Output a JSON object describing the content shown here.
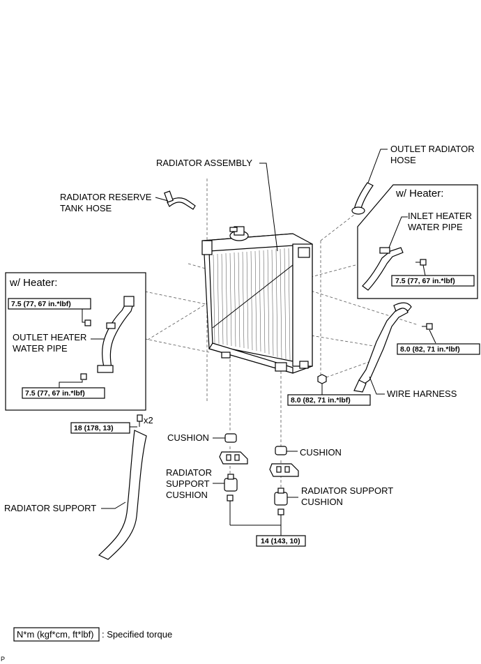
{
  "labels": {
    "radiator_assembly": "RADIATOR ASSEMBLY",
    "outlet_radiator_hose_1": "OUTLET RADIATOR",
    "outlet_radiator_hose_2": "HOSE",
    "reserve_hose_1": "RADIATOR RESERVE",
    "reserve_hose_2": "TANK HOSE",
    "inlet_heater_1": "INLET HEATER",
    "inlet_heater_2": "WATER PIPE",
    "outlet_heater_1": "OUTLET HEATER",
    "outlet_heater_2": "WATER PIPE",
    "wire_harness": "WIRE HARNESS",
    "cushion_left": "CUSHION",
    "cushion_right": "CUSHION",
    "support_cushion_left_1": "RADIATOR",
    "support_cushion_left_2": "SUPPORT",
    "support_cushion_left_3": "CUSHION",
    "support_cushion_right_1": "RADIATOR SUPPORT",
    "support_cushion_right_2": "CUSHION",
    "radiator_support": "RADIATOR SUPPORT",
    "x2": "x2"
  },
  "inset_headers": {
    "right": "w/ Heater:",
    "left": "w/ Heater:"
  },
  "torques": {
    "t_inlet_pipe": "7.5 (77, 67 in.*lbf)",
    "t_harness_upper": "8.0 (82, 71 in.*lbf)",
    "t_harness_lower": "8.0 (82, 71 in.*lbf)",
    "t_outlet_pipe_upper": "7.5 (77, 67 in.*lbf)",
    "t_outlet_pipe_lower": "7.5 (77, 67 in.*lbf)",
    "t_support": "18 (178, 13)",
    "t_cushion": "14 (143, 10)"
  },
  "legend": {
    "box": "N*m (kgf*cm, ft*lbf)",
    "text": ": Specified torque"
  },
  "page_code": "P"
}
